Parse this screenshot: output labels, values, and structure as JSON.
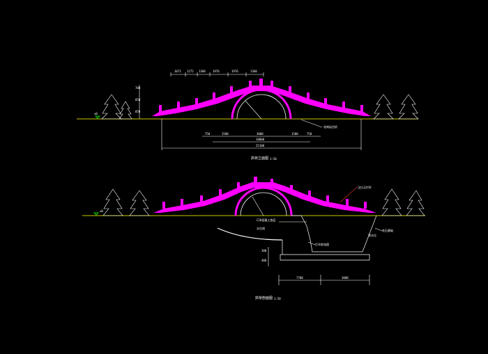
{
  "colors": {
    "background": "#000000",
    "bridge": "#ff00ff",
    "lines": "#ffffff",
    "ground": "#c8c800",
    "trees": "#ffffff",
    "marker": "#00ff00",
    "leader": "#ff3333"
  },
  "top_view": {
    "dims_top": [
      "1071",
      "1272",
      "1360",
      "1976",
      "1976",
      "1360"
    ],
    "dims_left": [
      "700",
      "850",
      "850"
    ],
    "dims_bottom_inner": [
      "750",
      "1500",
      "3000",
      "1500",
      "750"
    ],
    "dims_bottom_mid": "18000",
    "dims_bottom_total": "25100",
    "callout": "花岗岩台阶",
    "ground_mark": "±0",
    "title": "拱桥立面图",
    "scale": "1:50"
  },
  "bottom_view": {
    "ground_mark": "±0",
    "callout_right": "汉白玉栏杆",
    "callout_foundation": "C20混凝土垫层",
    "callout_water": "水位线",
    "callout_base": "毛石基础",
    "callout_low": "常水位",
    "callout_pile": "打木桩加固",
    "dims_vertical": [
      "300",
      "400"
    ],
    "dims_bottom": [
      "7700",
      "3000"
    ],
    "title": "拱桥剖面图",
    "scale": "1:50"
  }
}
